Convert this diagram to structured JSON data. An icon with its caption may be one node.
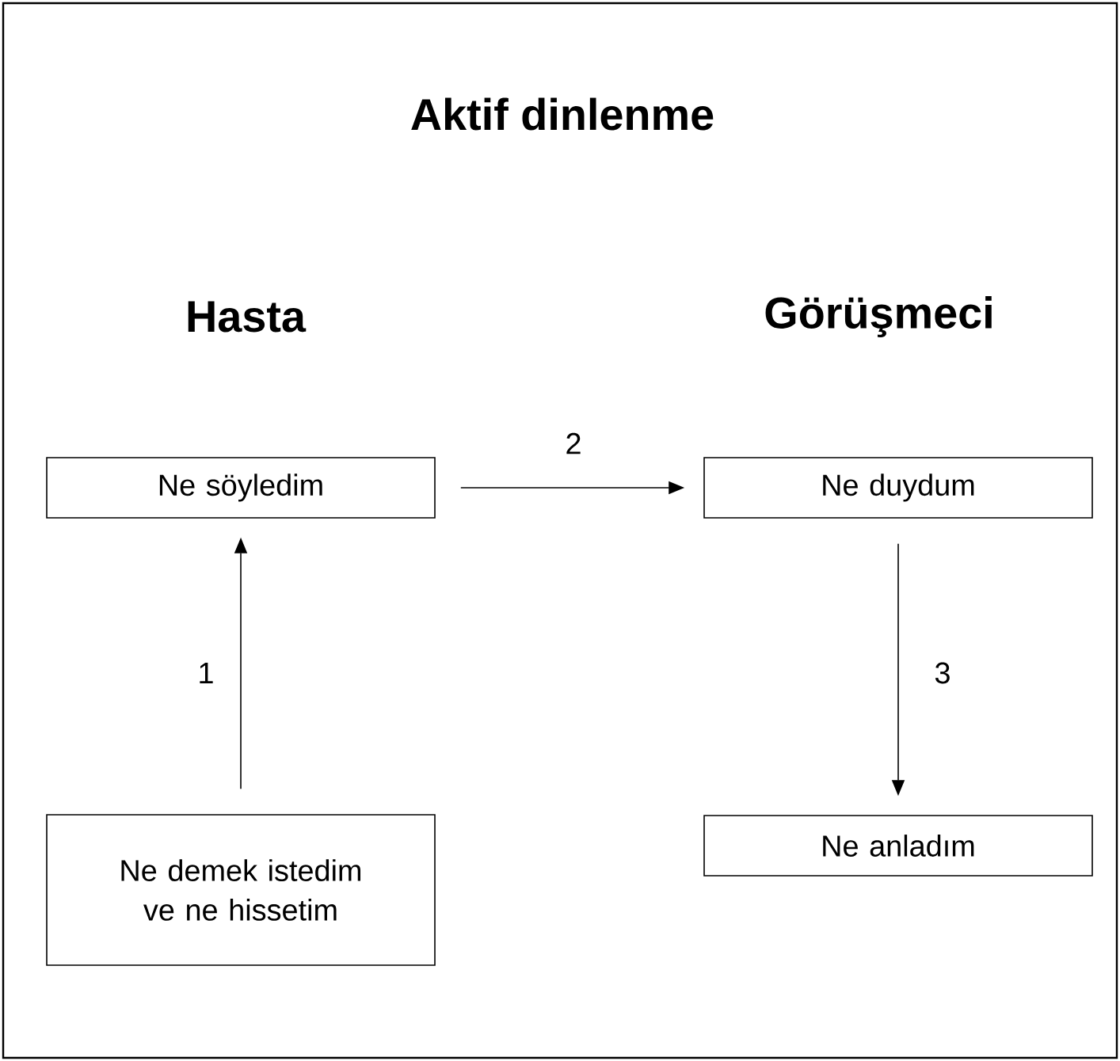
{
  "diagram": {
    "title": "Aktif dinlenme",
    "nodes": [
      {
        "text": [
          "Ne söyledim"
        ]
      },
      {
        "text": [
          "Ne duydum"
        ]
      },
      {
        "text": [
          "Ne demek istedim ve ne hissetim"
        ]
      },
      {
        "text": [
          "Ne anladım"
        ]
      }
    ],
    "edges": [
      {
        "from": 2,
        "to": 0,
        "arrow": "to",
        "label": "1"
      },
      {
        "from": 0,
        "to": 1,
        "arrow": "to",
        "label": "2"
      },
      {
        "from": 1,
        "to": 3,
        "arrow": "to",
        "label": "3"
      }
    ],
    "labels": [
      "Hasta",
      "Görüşmeci"
    ]
  }
}
